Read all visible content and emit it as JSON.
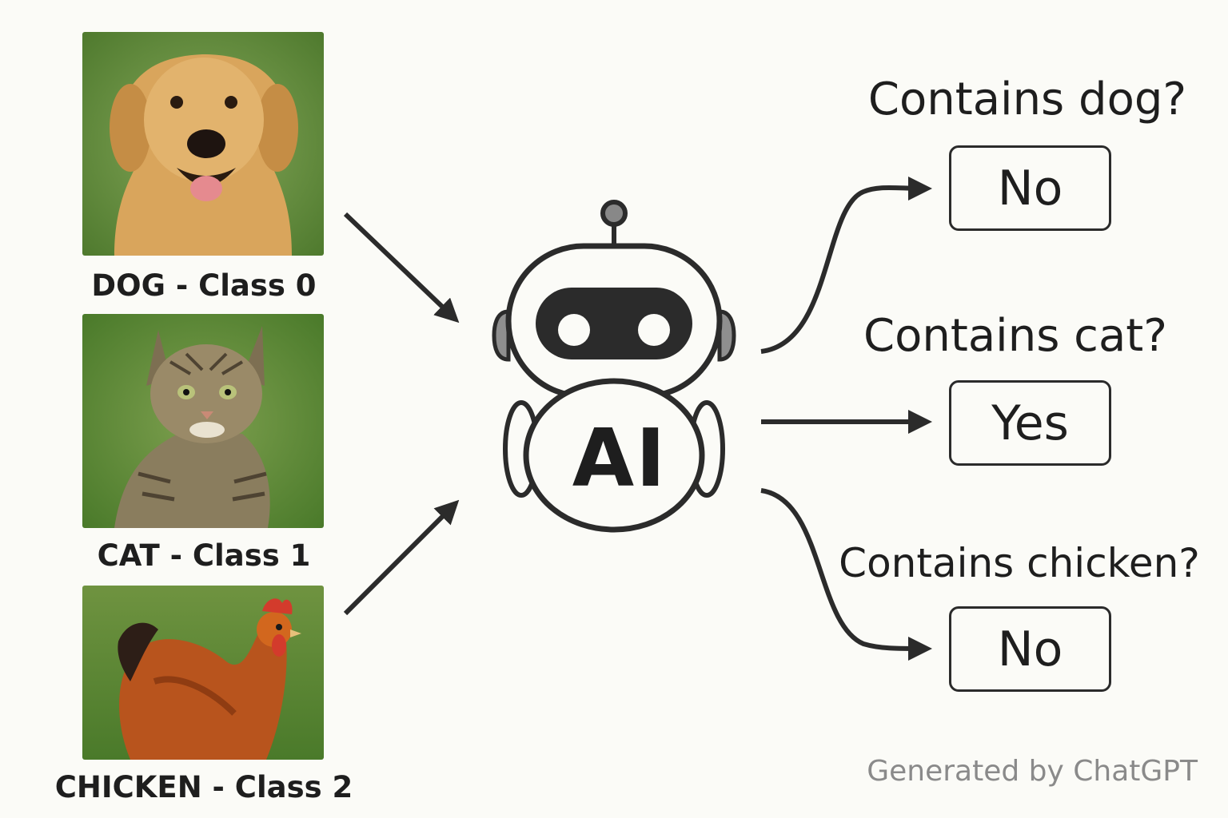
{
  "inputs": [
    {
      "label": "DOG - Class 0"
    },
    {
      "label": "CAT - Class 1"
    },
    {
      "label": "CHICKEN - Class 2"
    }
  ],
  "model": {
    "label": "AI"
  },
  "outputs": [
    {
      "question": "Contains dog?",
      "answer": "No"
    },
    {
      "question": "Contains cat?",
      "answer": "Yes"
    },
    {
      "question": "Contains chicken?",
      "answer": "No"
    }
  ],
  "footer": "Generated by ChatGPT",
  "colors": {
    "background": "#fbfbf7",
    "ink": "#2b2b2b",
    "grass": "#5e8a35",
    "footer": "#8a8a8a"
  }
}
